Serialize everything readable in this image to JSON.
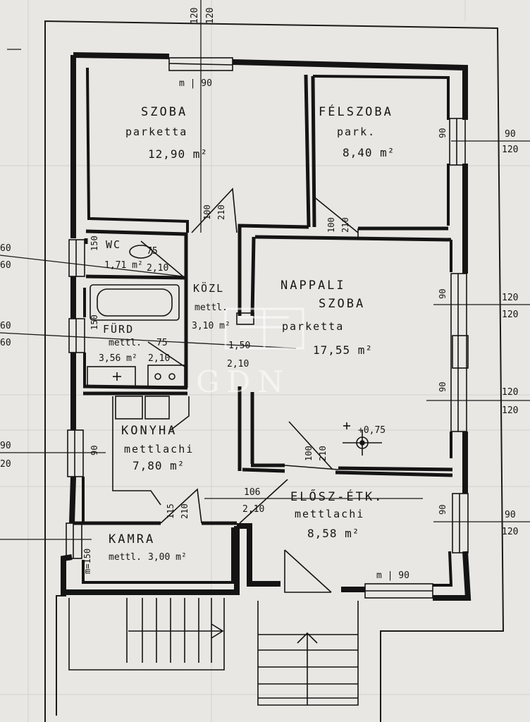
{
  "colors": {
    "paper": "#e9e7e3",
    "ink": "#161616",
    "grid": "#c9c7c3"
  },
  "rooms": {
    "szoba": {
      "name": "SZOBA",
      "floor": "parketta",
      "area": "12,90 m²"
    },
    "felszoba": {
      "name": "FÉLSZOBA",
      "floor": "park.",
      "area": "8,40 m²"
    },
    "wc": {
      "name": "WC",
      "area": "1,71 m²",
      "door": "2,10",
      "dim": "75"
    },
    "kozl": {
      "name": "KÖZL",
      "floor": "mettl.",
      "area": "3,10 m²"
    },
    "nappali": {
      "name1": "NAPPALI",
      "name2": "SZOBA",
      "floor": "parketta",
      "area": "17,55 m²"
    },
    "furdo": {
      "name": "FÜRD",
      "floor": "mettl.",
      "area": "3,56 m²",
      "dim": "75",
      "door": "2,10"
    },
    "konyha": {
      "name": "KONYHA",
      "floor": "mettlachi",
      "area": "7,80 m²"
    },
    "eloszetk": {
      "name": "ELŐSZ-ÉTK.",
      "floor": "mettlachi",
      "area": "8,58 m²"
    },
    "kamra": {
      "name": "KAMRA",
      "floor": "mettl.",
      "area": "3,00 m²"
    }
  },
  "dimensions": {
    "window_top": "m | 90",
    "window_bottom": "m | 90",
    "w90": "90",
    "w120": "120",
    "w60": "60",
    "w20": "20",
    "w150": "150",
    "m_eq_150": "m=150",
    "door_100": "100",
    "door_210": "2,10",
    "door_210b": "210",
    "opening_150": "1,50",
    "opening_210": "2,10",
    "elev": "+0,75",
    "d115": "115",
    "d210": "210",
    "d106": "106",
    "d100": "100",
    "m": "m"
  },
  "watermark": "GDN"
}
